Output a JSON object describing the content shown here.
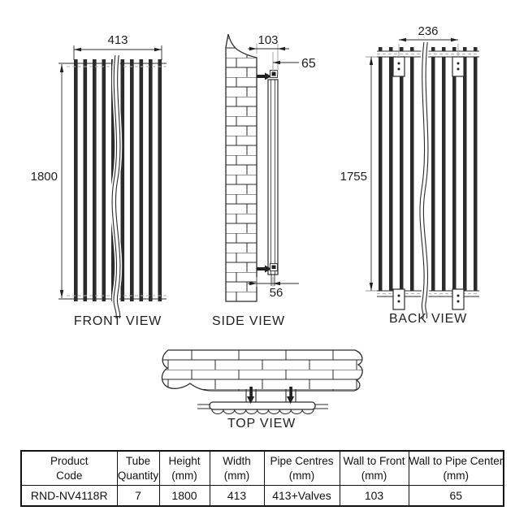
{
  "diagram": {
    "front_view": {
      "label": "FRONT VIEW",
      "width_mm": "413",
      "height_mm": "1800"
    },
    "side_view": {
      "label": "SIDE VIEW",
      "wall_to_front_mm": "103",
      "wall_to_pipe_center_mm": "65",
      "bottom_wall_to_pipe_mm": "56"
    },
    "back_view": {
      "label": "BACK VIEW",
      "bracket_centres_mm": "236",
      "bracket_height_mm": "1755"
    },
    "top_view": {
      "label": "TOP VIEW"
    }
  },
  "table": {
    "columns": [
      {
        "line1": "Product",
        "line2": "Code"
      },
      {
        "line1": "Tube",
        "line2": "Quantity"
      },
      {
        "line1": "Height",
        "line2": "(mm)"
      },
      {
        "line1": "Width",
        "line2": "(mm)"
      },
      {
        "line1": "Pipe Centres",
        "line2": "(mm)"
      },
      {
        "line1": "Wall to Front",
        "line2": "(mm)"
      },
      {
        "line1": "Wall to Pipe Center",
        "line2": "(mm)"
      }
    ],
    "row": [
      "RND-NV4118R",
      "7",
      "1800",
      "413",
      "413+Valves",
      "103",
      "65"
    ]
  },
  "colors": {
    "line": "#2b2b2b",
    "extension_line": "#9a9a9a",
    "background": "#ffffff"
  }
}
